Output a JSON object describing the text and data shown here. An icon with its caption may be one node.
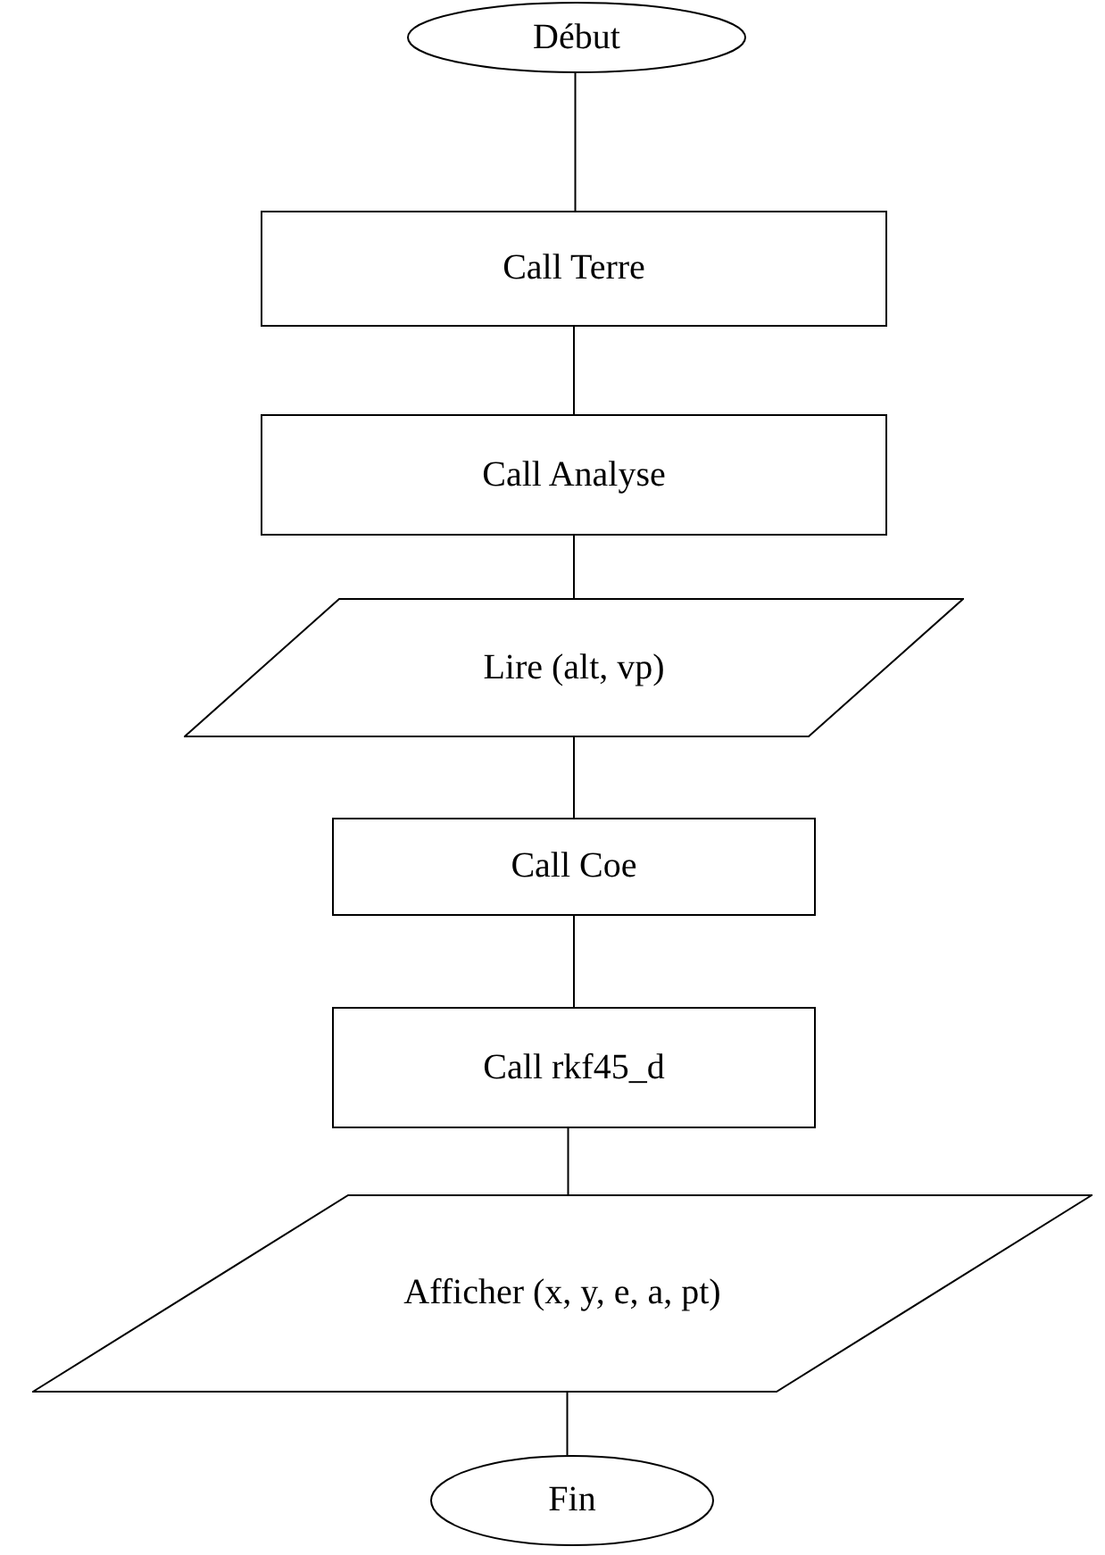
{
  "diagram": {
    "nodes": [
      {
        "text": [
          "Début"
        ]
      },
      {
        "text": [
          "Call Terre"
        ]
      },
      {
        "text": [
          "Call Analyse"
        ]
      },
      {
        "text": [
          "Lire (alt, vp)"
        ]
      },
      {
        "text": [
          "Call Coe"
        ]
      },
      {
        "text": [
          "Call rkf45_d"
        ]
      },
      {
        "text": [
          "Afficher (x, y, e, a, pt)"
        ]
      },
      {
        "text": [
          "Fin"
        ]
      }
    ],
    "edges": [
      {
        "from": 0,
        "to": 1,
        "arrow": "none"
      },
      {
        "from": 1,
        "to": 2,
        "arrow": "none"
      },
      {
        "from": 2,
        "to": 3,
        "arrow": "none"
      },
      {
        "from": 3,
        "to": 4,
        "arrow": "none"
      },
      {
        "from": 4,
        "to": 5,
        "arrow": "none"
      },
      {
        "from": 5,
        "to": 6,
        "arrow": "none"
      },
      {
        "from": 6,
        "to": 7,
        "arrow": "none"
      }
    ]
  }
}
